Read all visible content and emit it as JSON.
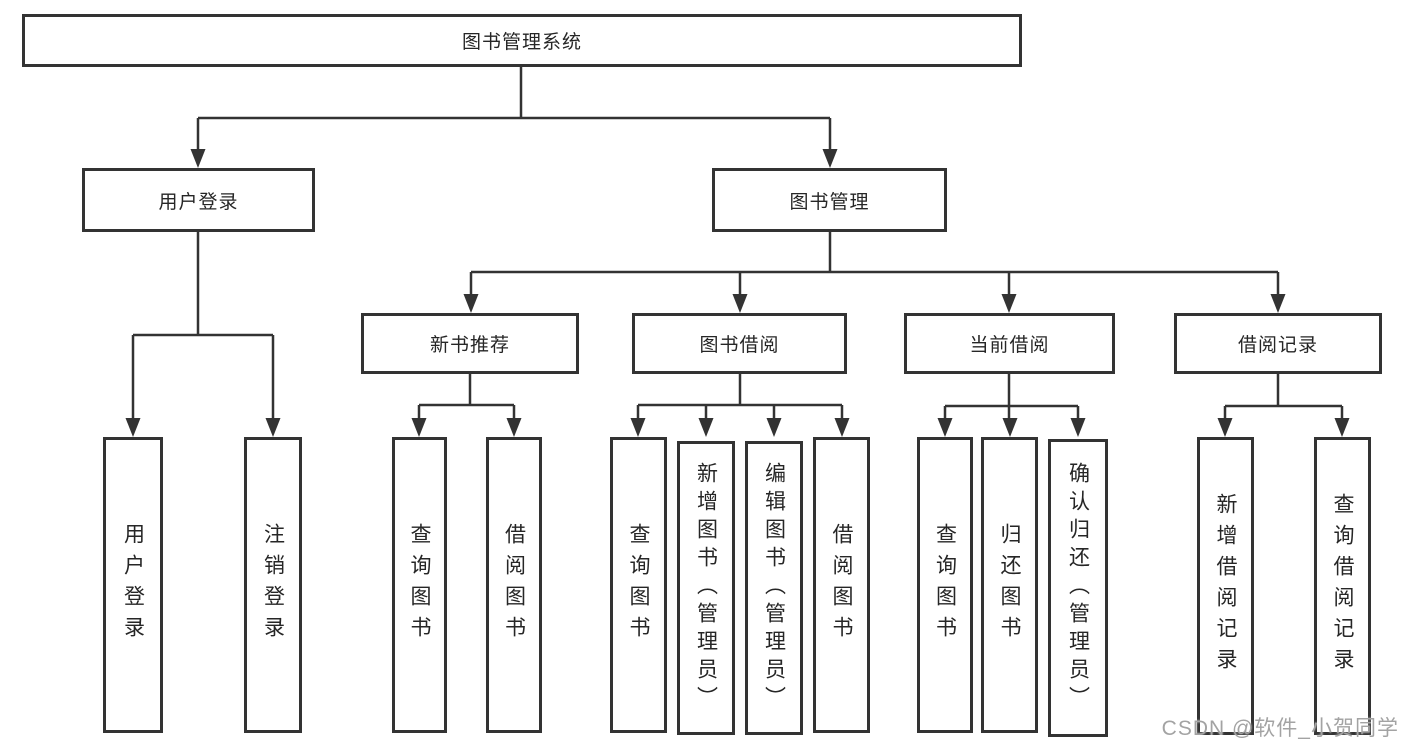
{
  "diagram": {
    "type": "tree",
    "colors": {
      "line": "#333333",
      "box_border": "#333333",
      "box_fill": "#ffffff",
      "text": "#262626",
      "background": "#ffffff",
      "watermark": "#a3a3a3"
    },
    "nodes": {
      "root": {
        "label": "图书管理系统"
      },
      "user_login": {
        "label": "用户登录",
        "children": [
          {
            "label": "用户登录"
          },
          {
            "label": "注销登录"
          }
        ]
      },
      "book_mgmt": {
        "label": "图书管理",
        "children": [
          {
            "label": "新书推荐",
            "children": [
              {
                "label": "查询图书"
              },
              {
                "label": "借阅图书"
              }
            ]
          },
          {
            "label": "图书借阅",
            "children": [
              {
                "label": "查询图书"
              },
              {
                "label": "新增图书（管理员）"
              },
              {
                "label": "编辑图书（管理员）"
              },
              {
                "label": "借阅图书"
              }
            ]
          },
          {
            "label": "当前借阅",
            "children": [
              {
                "label": "查询图书"
              },
              {
                "label": "归还图书"
              },
              {
                "label": "确认归还（管理员）"
              }
            ]
          },
          {
            "label": "借阅记录",
            "children": [
              {
                "label": "新增借阅记录"
              },
              {
                "label": "查询借阅记录"
              }
            ]
          }
        ]
      }
    },
    "watermark": {
      "text": "CSDN @软件_小贺同学"
    }
  }
}
